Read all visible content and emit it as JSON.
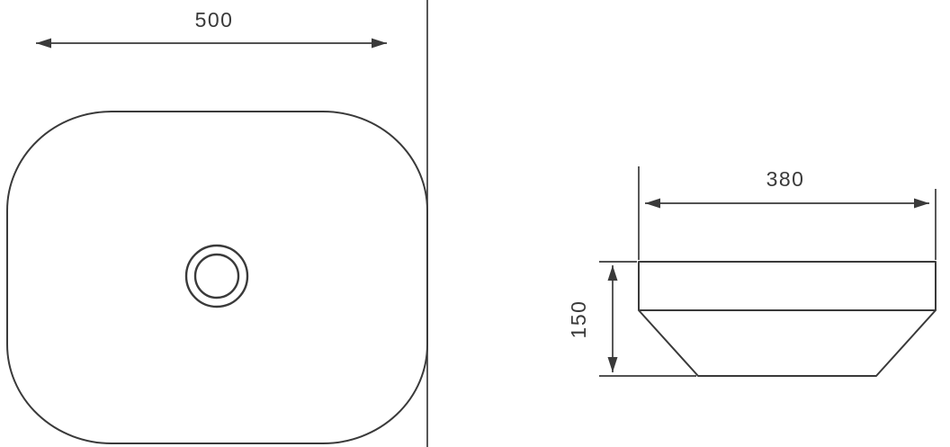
{
  "page": {
    "background_color": "#ffffff",
    "line_color": "#3a3a3a"
  },
  "top_view": {
    "name": "basin-top-view",
    "width_dimension": "500"
  },
  "side_view": {
    "name": "basin-side-view",
    "width_dimension": "380",
    "height_dimension": "150"
  }
}
